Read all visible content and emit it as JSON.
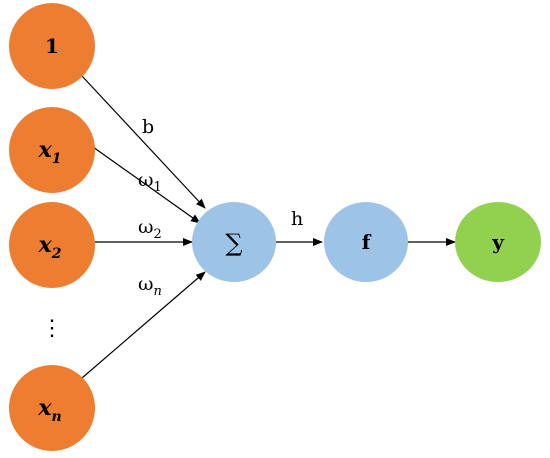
{
  "colors": {
    "input_node": "#ED7D31",
    "hidden_node": "#9DC3E6",
    "output_node": "#92D050",
    "arrow": "#000000",
    "background": "#FFFFFF"
  },
  "nodes": {
    "bias": {
      "main": "1",
      "sub": ""
    },
    "x1": {
      "main": "x",
      "sub": "1"
    },
    "x2": {
      "main": "x",
      "sub": "2"
    },
    "dots": "⋮",
    "xn": {
      "main": "x",
      "sub": "n"
    },
    "sum": "∑",
    "activation": "f",
    "output": "y"
  },
  "edges": {
    "bias_label": "b",
    "w1": {
      "main": "ω",
      "sub": "1"
    },
    "w2": {
      "main": "ω",
      "sub": "2"
    },
    "wn": {
      "main": "ω",
      "sub": "n"
    },
    "h_label": "h"
  }
}
